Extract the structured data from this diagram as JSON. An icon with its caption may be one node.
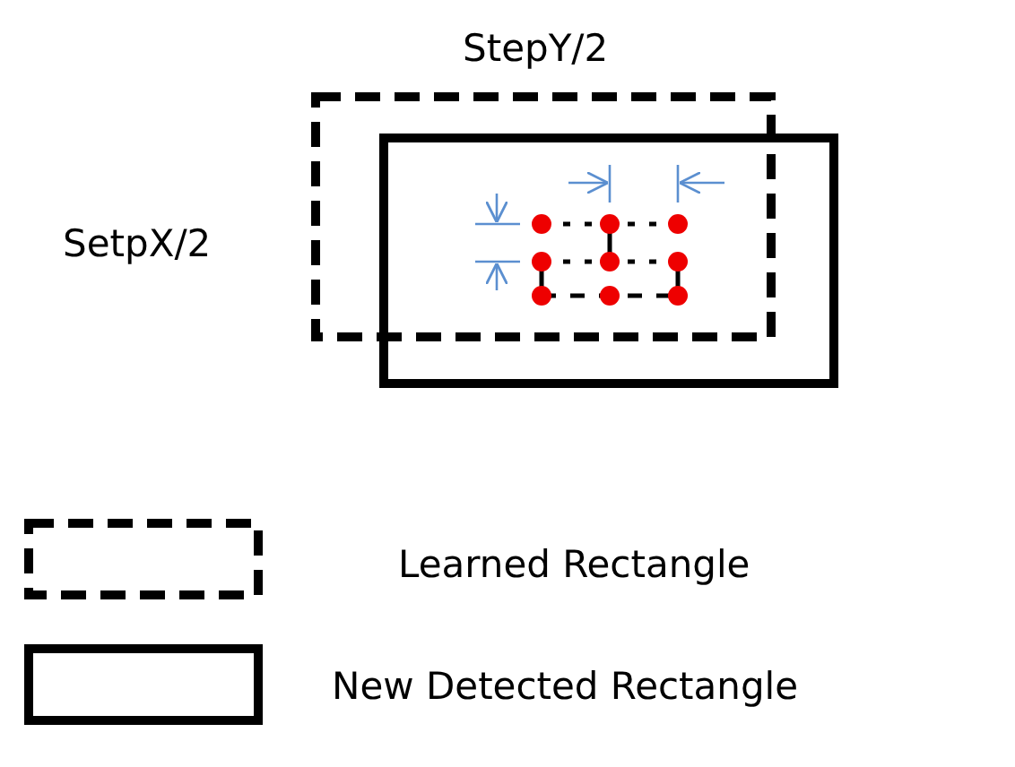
{
  "diagram": {
    "labels": [
      "StepY/2",
      "SetpX/2"
    ],
    "legend": [
      {
        "text": "Learned Rectangle"
      },
      {
        "text": "New Detected Rectangle"
      }
    ]
  }
}
